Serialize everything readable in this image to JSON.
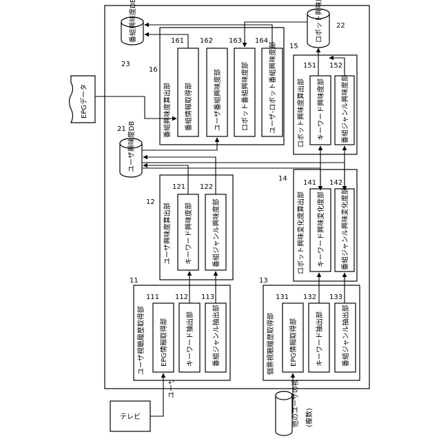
{
  "labels": {
    "tv": "テレビ",
    "epg_data": "EPGデータ",
    "user_history": "ユーザの視聴履歴",
    "other_history": "他のユーザの視聴履歴",
    "other_history_note": "(複数)"
  },
  "refs": {
    "r11": "11",
    "r111": "111",
    "r112": "112",
    "r113": "113",
    "r12": "12",
    "r121": "121",
    "r122": "122",
    "r13": "13",
    "r131": "131",
    "r132": "132",
    "r133": "133",
    "r14": "14",
    "r141": "141",
    "r142": "142",
    "r15": "15",
    "r151": "151",
    "r152": "152",
    "r16": "16",
    "r161": "161",
    "r162": "162",
    "r163": "163",
    "r164": "164",
    "r21": "21",
    "r22": "22",
    "r23": "23"
  },
  "units": {
    "u11": "ユーザ視聴履歴取得部",
    "u111": "EPG情報取得部",
    "u112": "キーワード抽出部",
    "u113": "番組ジャンル抽出部",
    "u12": "ユーザ興味度算出部",
    "u121": "キーワード興味度部",
    "u122": "番組ジャンル興味度部",
    "u13": "個票視聴履歴取得部",
    "u131": "EPG情報取得部",
    "u132": "キーワード抽出部",
    "u133": "番組ジャンル抽出部",
    "u14": "ロボット興味変化度算出部",
    "u141": "キーワード興味変化度部",
    "u142": "番組ジャンル興味変化度部",
    "u15": "ロボット興味度算出部",
    "u151": "キーワード興味度部",
    "u152": "番組ジャンル興味度部",
    "u16": "番組興味度算出部",
    "u161": "番組情報取得部",
    "u162": "ユーザ番組興味度部",
    "u163": "ロボット番組興味度部",
    "u164": "ユーザ-ロボット番組興味度部"
  },
  "dbs": {
    "db21": "ユーザ興味度DB",
    "db22": "ロボット興味度DB",
    "db23": "番組興味度DB"
  }
}
